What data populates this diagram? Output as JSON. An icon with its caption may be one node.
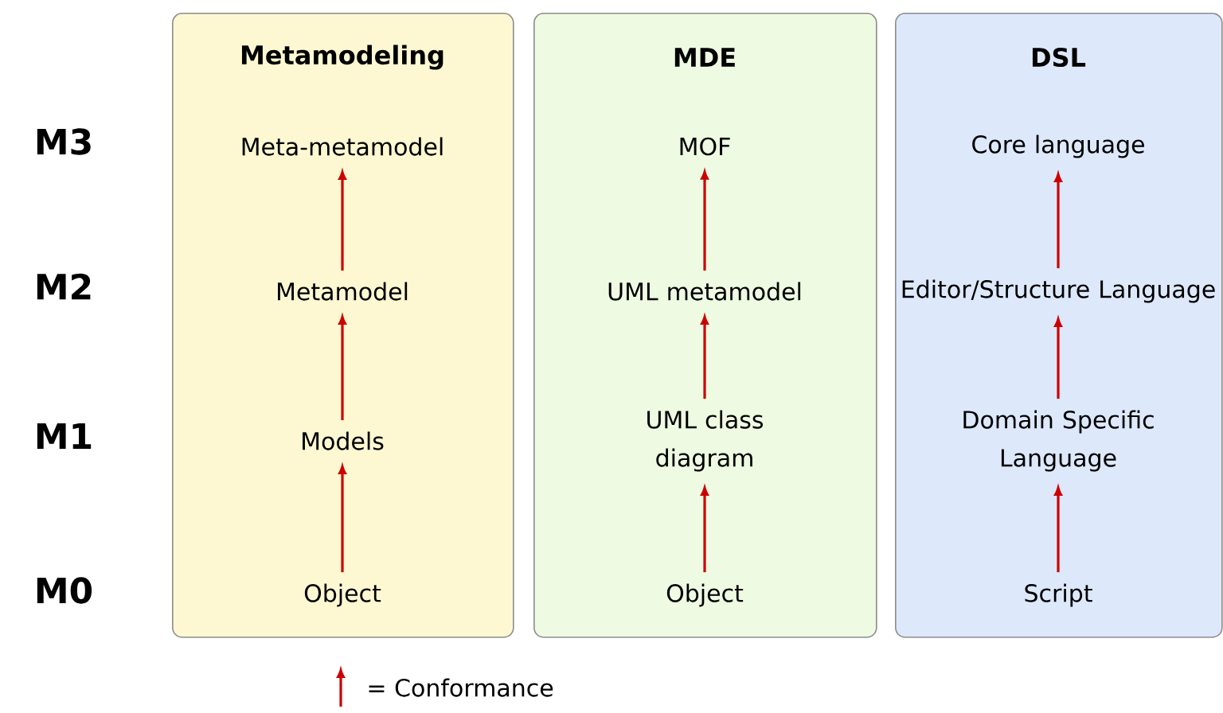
{
  "diagram": {
    "nodes": [
      {
        "text": [
          "Metamodeling"
        ]
      },
      {
        "text": [
          "Meta-metamodel"
        ],
        "in": 0
      },
      {
        "text": [
          "Metamodel"
        ],
        "in": 0
      },
      {
        "text": [
          "Models"
        ],
        "in": 0
      },
      {
        "text": [
          "Object"
        ],
        "in": 0
      },
      {
        "text": [
          "MDE"
        ]
      },
      {
        "text": [
          "MOF"
        ],
        "in": 5
      },
      {
        "text": [
          "UML metamodel"
        ],
        "in": 5
      },
      {
        "text": [
          "UML class diagram"
        ],
        "in": 5
      },
      {
        "text": [
          "Object"
        ],
        "in": 5
      },
      {
        "text": [
          "DSL"
        ]
      },
      {
        "text": [
          "Core language"
        ],
        "in": 10
      },
      {
        "text": [
          "Editor/Structure Language"
        ],
        "in": 10
      },
      {
        "text": [
          "Domain Specific Language"
        ],
        "in": 10
      },
      {
        "text": [
          "Script"
        ],
        "in": 10
      }
    ],
    "edges": [
      {
        "from": 4,
        "to": 3,
        "arrow": "to"
      },
      {
        "from": 3,
        "to": 2,
        "arrow": "to"
      },
      {
        "from": 2,
        "to": 1,
        "arrow": "to"
      },
      {
        "from": 9,
        "to": 8,
        "arrow": "to"
      },
      {
        "from": 8,
        "to": 7,
        "arrow": "to"
      },
      {
        "from": 7,
        "to": 6,
        "arrow": "to"
      },
      {
        "from": 14,
        "to": 13,
        "arrow": "to"
      },
      {
        "from": 13,
        "to": 12,
        "arrow": "to"
      },
      {
        "from": 12,
        "to": 11,
        "arrow": "to"
      }
    ],
    "labels": [
      "M3",
      "M2",
      "M1",
      "M0"
    ],
    "legend": [
      {
        "text": "= Conformance"
      }
    ]
  }
}
